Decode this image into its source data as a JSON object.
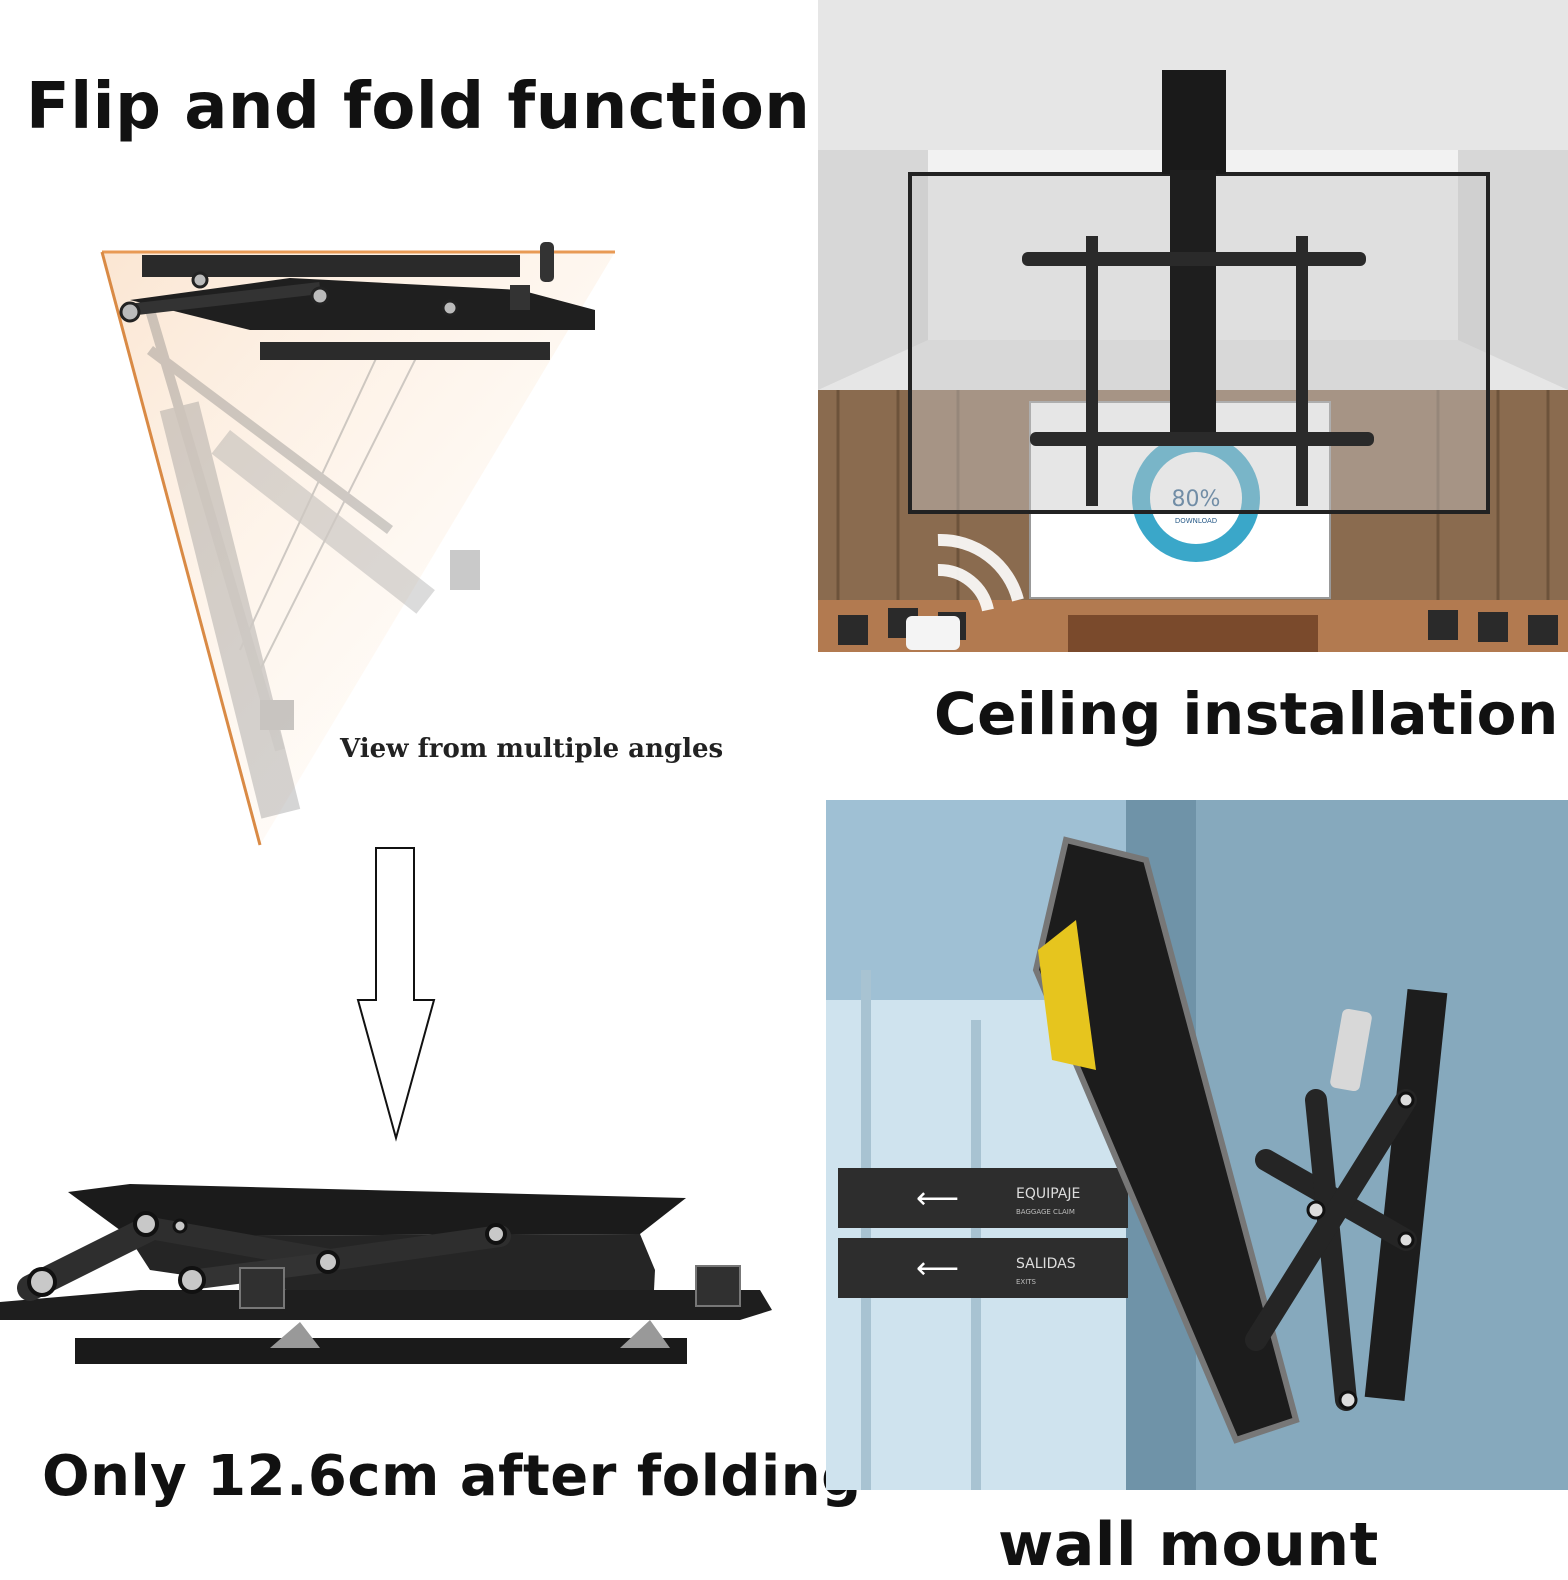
{
  "headings": {
    "flip_fold": "Flip and fold function",
    "ceiling": "Ceiling installation",
    "folded_height": "Only 12.6cm after folding",
    "wall": "wall mount"
  },
  "diagram": {
    "caption": "View from multiple angles"
  },
  "ceiling_scene": {
    "screen_percent": "80%",
    "screen_sublabel": "DOWNLOAD"
  },
  "wall_scene": {
    "sign_top": "EQUIPAJE",
    "sign_top_sub": "BAGGAGE CLAIM",
    "sign_bottom": "SALIDAS",
    "sign_bottom_sub": "EXITS"
  },
  "colors": {
    "accent_orange": "#e8a060",
    "bracket_black": "#222222"
  }
}
